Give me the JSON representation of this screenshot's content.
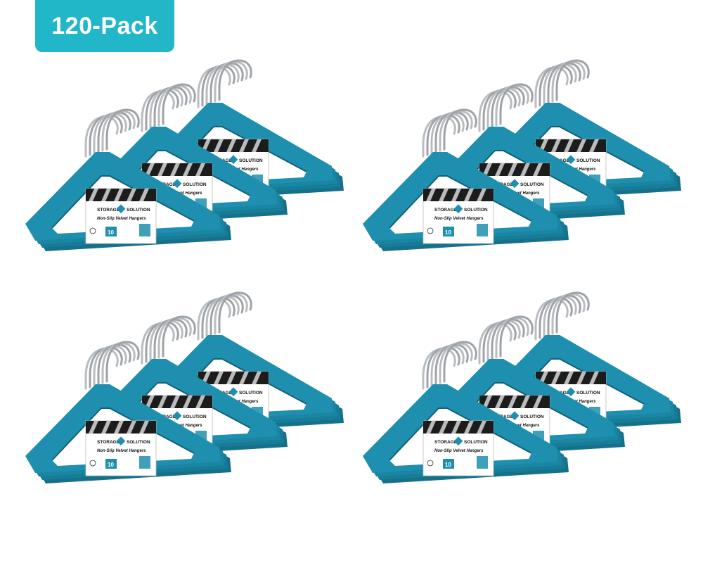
{
  "badge": {
    "label": "120-Pack",
    "color": "#22b6c9"
  },
  "product": {
    "hanger_color": "#1e8fae",
    "hook_color": "#b9bcc0",
    "brand_line1": "STORAGE",
    "brand_line2": "SOLUTION",
    "tagline": "Non-Slip Velvet Hangers",
    "count": "10"
  },
  "image": {
    "group_count": 4,
    "bundles_per_group": 3
  }
}
